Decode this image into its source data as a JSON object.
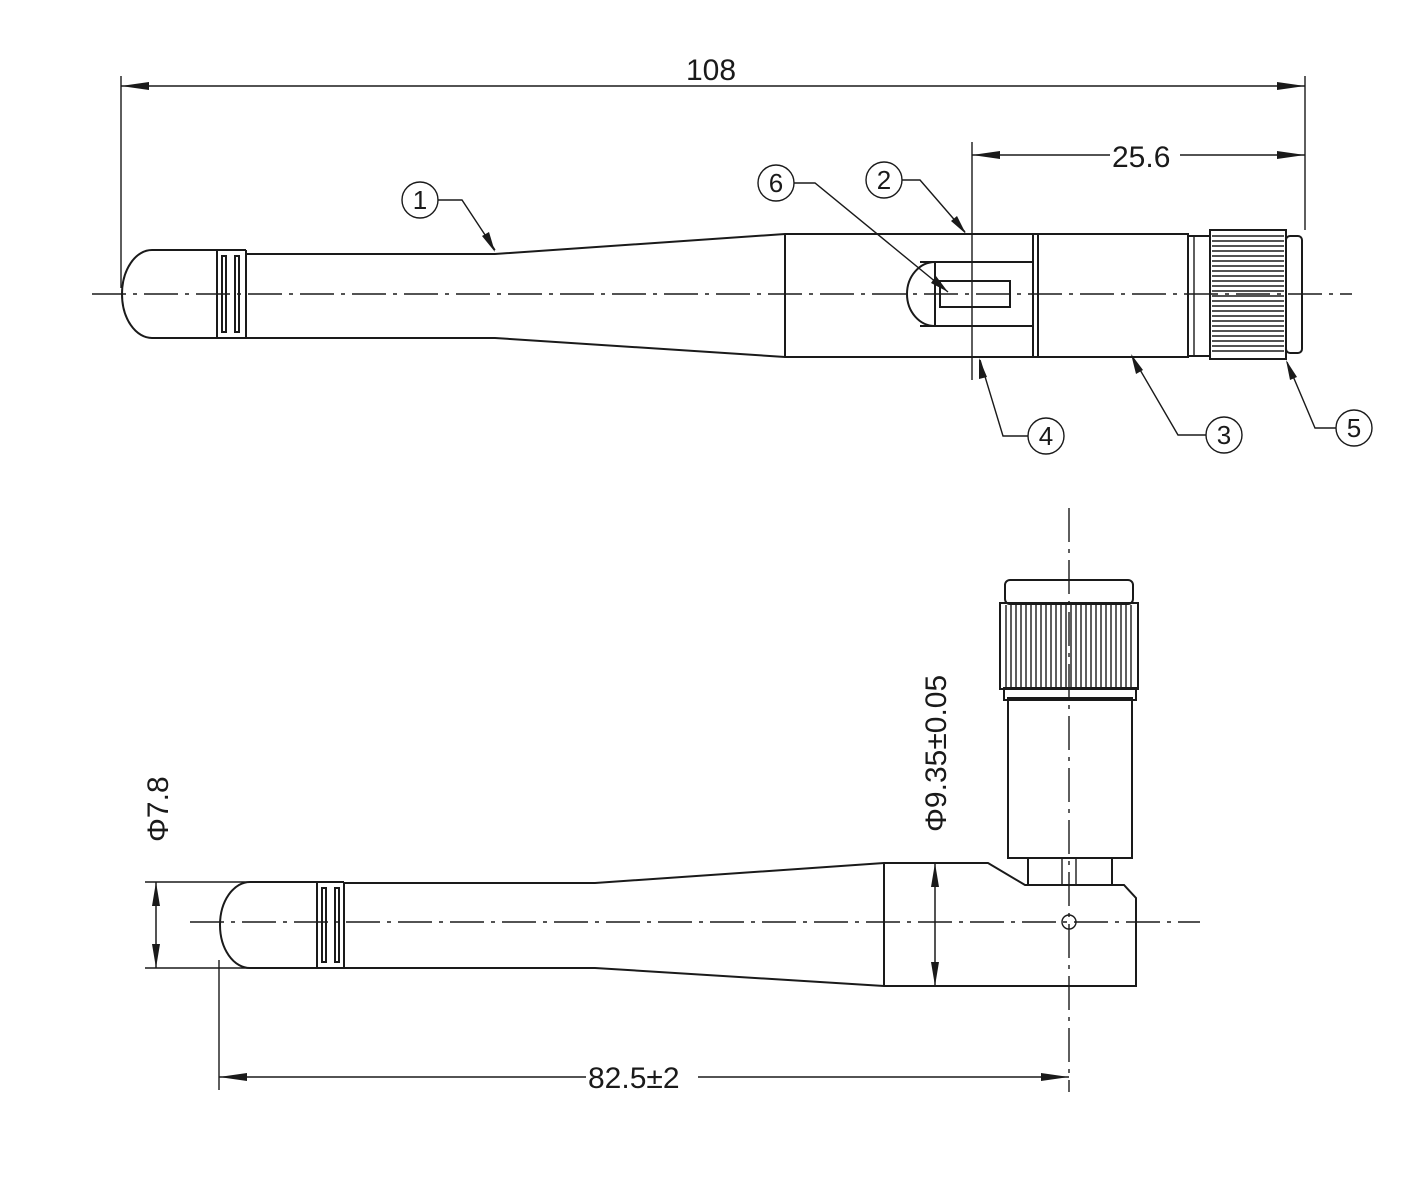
{
  "dimensions": {
    "overall_length": "108",
    "connector_length": "25.6",
    "tip_diameter": "Φ7.8",
    "body_diameter": "Φ9.35±0.05",
    "bent_length": "82.5±2"
  },
  "callouts": [
    "1",
    "2",
    "3",
    "4",
    "5",
    "6"
  ]
}
